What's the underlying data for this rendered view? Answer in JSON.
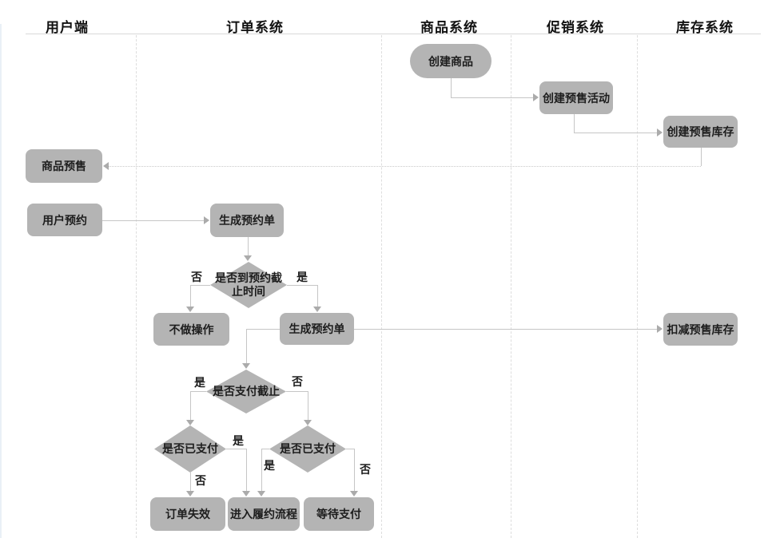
{
  "lanes": [
    {
      "label": "用户端"
    },
    {
      "label": "订单系统"
    },
    {
      "label": "商品系统"
    },
    {
      "label": "促销系统"
    },
    {
      "label": "库存系统"
    }
  ],
  "nodes": {
    "create_product": "创建商品",
    "create_presale_activity": "创建预售活动",
    "create_presale_inventory": "创建预售库存",
    "product_presale": "商品预售",
    "user_reservation": "用户预约",
    "generate_reservation_order": "生成预约单",
    "decision_reservation_deadline": "是否到预约截止时间",
    "no_operation": "不做操作",
    "generate_reservation_order_2": "生成预约单",
    "deduct_presale_inventory": "扣减预售库存",
    "decision_payment_deadline": "是否支付截止",
    "decision_paid": "是否已支付",
    "decision_paid_2": "是否已支付",
    "order_invalid": "订单失效",
    "enter_fulfillment_process": "进入履约流程",
    "wait_for_payment": "等待支付"
  },
  "edge_labels": {
    "yes": "是",
    "no": "否"
  },
  "colors": {
    "node_fill": "#b4b4b4",
    "node_text": "#1d1d1d",
    "connector": "#c6c6c6",
    "arrow": "#ababab",
    "lane_divider": "#dddddd",
    "header_text": "#111111"
  }
}
